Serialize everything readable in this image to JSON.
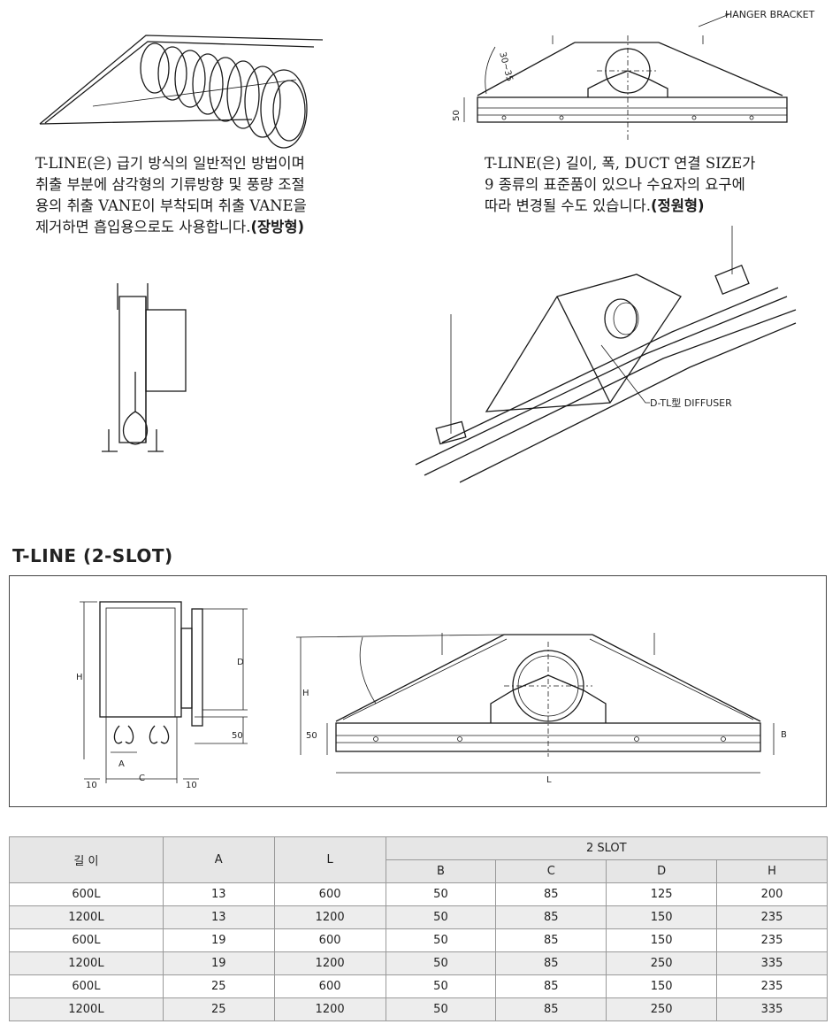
{
  "labels": {
    "hanger_bracket": "HANGER BRACKET",
    "angle": "30~35",
    "dim_50": "50",
    "diffuser": "D-TL型 DIFFUSER",
    "dim_h": "H",
    "dim_d": "D",
    "dim_a": "A",
    "dim_c": "C",
    "dim_10": "10",
    "dim_b": "B",
    "dim_l": "L"
  },
  "para_left": {
    "text": "T-LINE(은) 급기 방식의 일반적인 방법이며\n취출 부분에 삼각형의 기류방향 및 풍량 조절\n용의 취출 VANE이 부착되며 취출 VANE을\n제거하면 흡입용으로도 사용합니다.",
    "bold": "(장방형)"
  },
  "para_right": {
    "text": "T-LINE(은) 길이, 폭, DUCT 연결 SIZE가\n9 종류의 표준품이 있으나 수요자의 요구에\n따라 변경될 수도 있습니다.",
    "bold": "(정원형)"
  },
  "section_title": "T-LINE (2-SLOT)",
  "table": {
    "col_length": "길  이",
    "col_a": "A",
    "col_l": "L",
    "group": "2 SLOT",
    "sub": [
      "B",
      "C",
      "D",
      "H"
    ],
    "rows": [
      [
        "600L",
        "13",
        "600",
        "50",
        "85",
        "125",
        "200"
      ],
      [
        "1200L",
        "13",
        "1200",
        "50",
        "85",
        "150",
        "235"
      ],
      [
        "600L",
        "19",
        "600",
        "50",
        "85",
        "150",
        "235"
      ],
      [
        "1200L",
        "19",
        "1200",
        "50",
        "85",
        "250",
        "335"
      ],
      [
        "600L",
        "25",
        "600",
        "50",
        "85",
        "150",
        "235"
      ],
      [
        "1200L",
        "25",
        "1200",
        "50",
        "85",
        "250",
        "335"
      ]
    ]
  }
}
